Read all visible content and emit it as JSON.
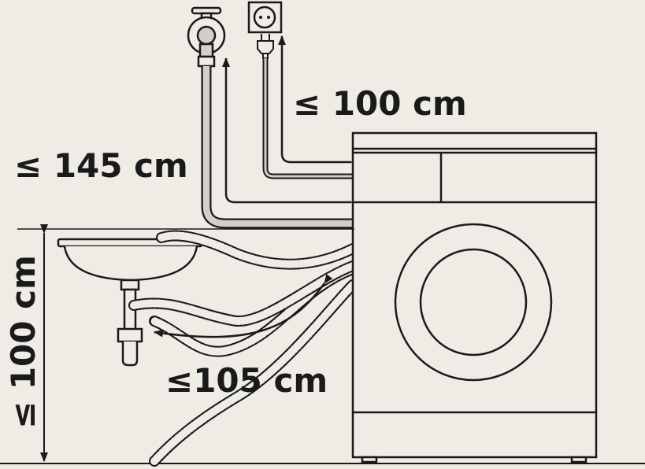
{
  "labels": {
    "power_cable_max": "≤ 100 cm",
    "inlet_hose_max": "≤ 145 cm",
    "drain_height_max": "≤ 100 cm",
    "drain_hose_max": "≤105 cm"
  },
  "colors": {
    "background": "#efebe5",
    "line": "#1a1a1a",
    "appliance_fill": "#efebe5",
    "hose_fill": "#d2cec8"
  },
  "icons": [
    "water-tap-icon",
    "wall-socket-icon",
    "power-plug-icon",
    "washing-machine-icon",
    "sink-icon",
    "drain-hose-icon"
  ]
}
